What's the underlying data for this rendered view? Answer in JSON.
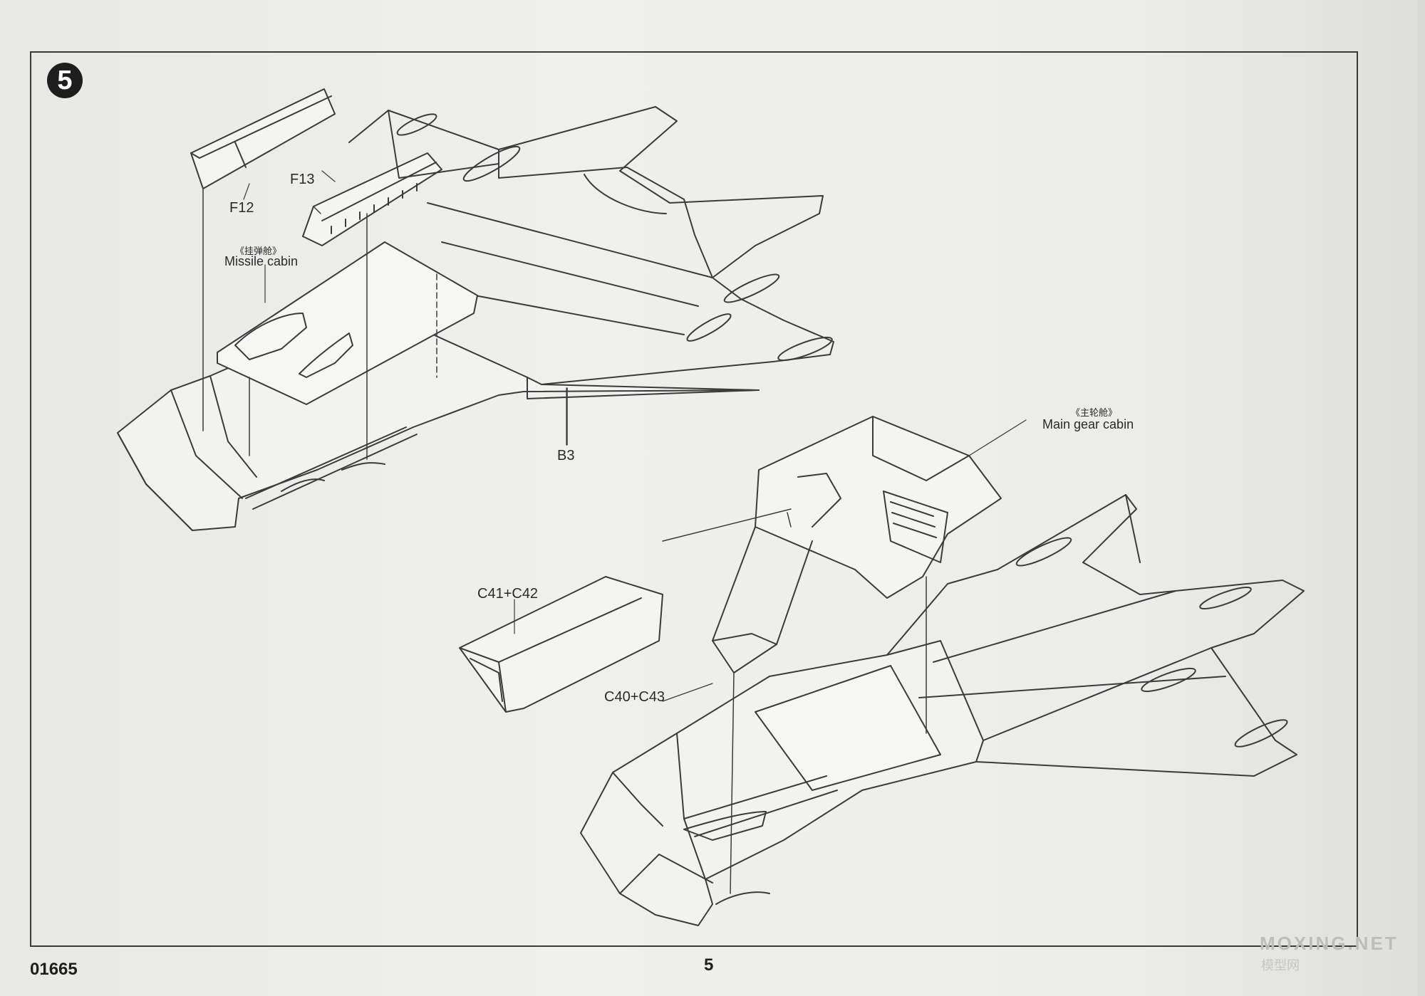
{
  "step": {
    "number": "5"
  },
  "labels": {
    "f12": "F12",
    "f13": "F13",
    "missile_cn": "《挂弹舱》",
    "missile_en": "Missile cabin",
    "b3": "B3",
    "main_gear_cn": "《主轮舱》",
    "main_gear_en": "Main gear cabin",
    "c41_c42": "C41+C42",
    "c40_c43": "C40+C43"
  },
  "footer": {
    "kit_number": "01665",
    "page_number": "5"
  },
  "watermark": {
    "text": "MOXING.NET",
    "sub": "模型网"
  },
  "colors": {
    "line": "#3b3b3b",
    "paper": "#ececea",
    "badge": "#1e1e1e"
  }
}
